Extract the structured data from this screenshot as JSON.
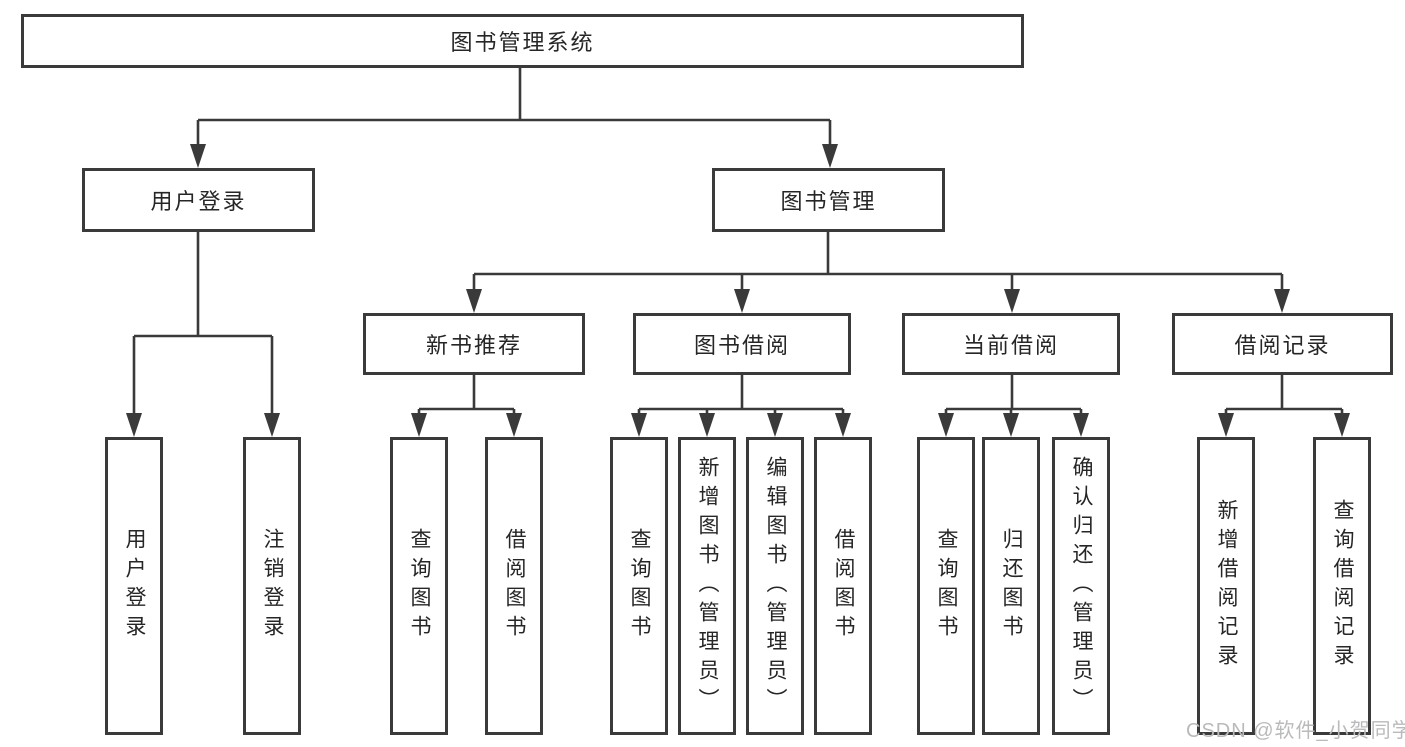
{
  "tree": {
    "root": {
      "label": "图书管理系统"
    },
    "branches": [
      {
        "label": "用户登录",
        "children": [
          {
            "label": "用户登录"
          },
          {
            "label": "注销登录"
          }
        ]
      },
      {
        "label": "图书管理",
        "sections": [
          {
            "label": "新书推荐",
            "children": [
              {
                "label": "查询图书"
              },
              {
                "label": "借阅图书"
              }
            ]
          },
          {
            "label": "图书借阅",
            "children": [
              {
                "label": "查询图书"
              },
              {
                "label": "新增图书（管理员）"
              },
              {
                "label": "编辑图书（管理员）"
              },
              {
                "label": "借阅图书"
              }
            ]
          },
          {
            "label": "当前借阅",
            "children": [
              {
                "label": "查询图书"
              },
              {
                "label": "归还图书"
              },
              {
                "label": "确认归还（管理员）"
              }
            ]
          },
          {
            "label": "借阅记录",
            "children": [
              {
                "label": "新增借阅记录"
              },
              {
                "label": "查询借阅记录"
              }
            ]
          }
        ]
      }
    ]
  },
  "watermark": {
    "text": "CSDN @软件_小贺同学"
  },
  "colors": {
    "line": "#3a3a3a",
    "text": "#262626",
    "watermark": "#b9babc",
    "box_background": "#ffffff"
  }
}
